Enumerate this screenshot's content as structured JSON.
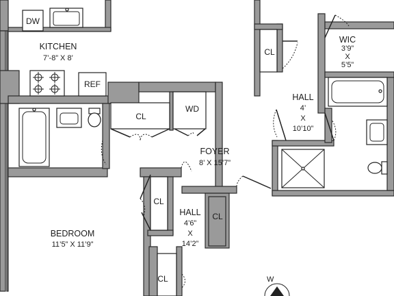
{
  "rooms": {
    "kitchen": {
      "name": "KITCHEN",
      "dims": "7’-8” X 8’"
    },
    "bedroom": {
      "name": "BEDROOM",
      "dims": "11’5” X 11’9”"
    },
    "foyer": {
      "name": "FOYER",
      "dims": "8’ X 15’7”"
    },
    "hall_upper": {
      "name": "HALL",
      "dim1": "4’",
      "x": "X",
      "dim2": "10’10”"
    },
    "hall_lower": {
      "name": "HALL",
      "dim1": "4’6”",
      "x": "X",
      "dim2": "14’2”"
    },
    "wic": {
      "name": "WIC",
      "dim1": "3’9”",
      "x": "X",
      "dim2": "5’5”"
    }
  },
  "appliances": {
    "dw": "DW",
    "ref": "REF",
    "wd": "WD"
  },
  "closets": {
    "cl": "CL"
  },
  "compass": {
    "dir": "W"
  }
}
